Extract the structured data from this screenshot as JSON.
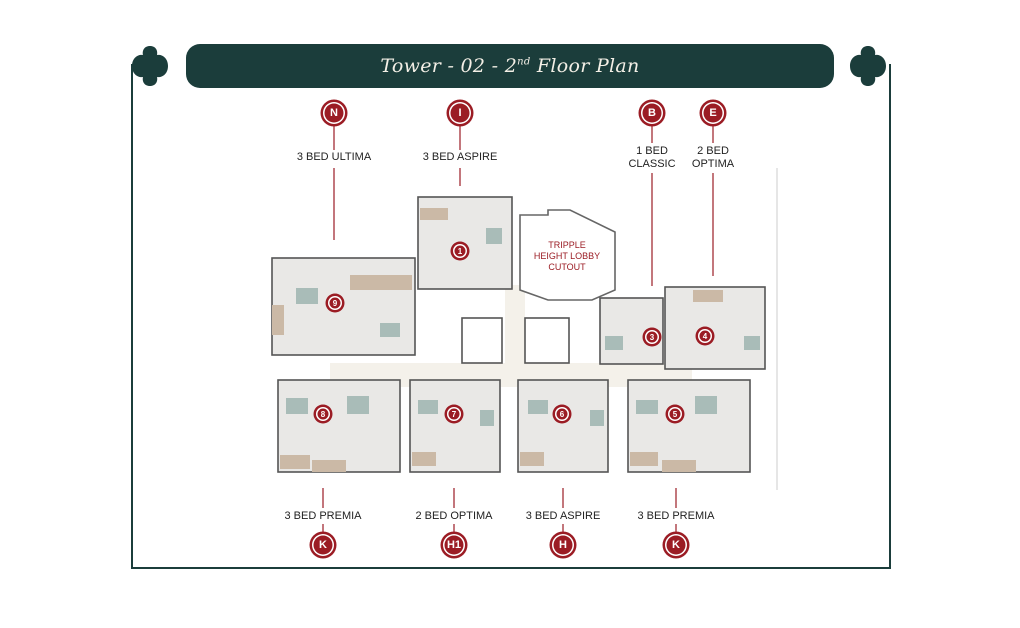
{
  "title": {
    "main": "Tower - 02 - 2",
    "sup": "nd",
    "rest": " Floor Plan"
  },
  "colors": {
    "banner": "#1b3d3b",
    "accent": "#9b1c24"
  },
  "top_units": [
    {
      "badge": "N",
      "label": [
        "3 BED ULTIMA"
      ]
    },
    {
      "badge": "I",
      "label": [
        "3 BED ASPIRE"
      ]
    },
    {
      "badge": "B",
      "label": [
        "1 BED",
        "CLASSIC"
      ]
    },
    {
      "badge": "E",
      "label": [
        "2 BED",
        "OPTIMA"
      ]
    }
  ],
  "bottom_units": [
    {
      "badge": "K",
      "label": "3 BED PREMIA"
    },
    {
      "badge": "H1",
      "label": "2 BED OPTIMA"
    },
    {
      "badge": "H",
      "label": "3 BED ASPIRE"
    },
    {
      "badge": "K",
      "label": "3 BED PREMIA"
    }
  ],
  "lobby_cutout": [
    "TRIPPLE",
    "HEIGHT LOBBY",
    "CUTOUT"
  ],
  "unit_numbers": [
    "1",
    "9",
    "3",
    "4",
    "8",
    "7",
    "6",
    "5"
  ]
}
